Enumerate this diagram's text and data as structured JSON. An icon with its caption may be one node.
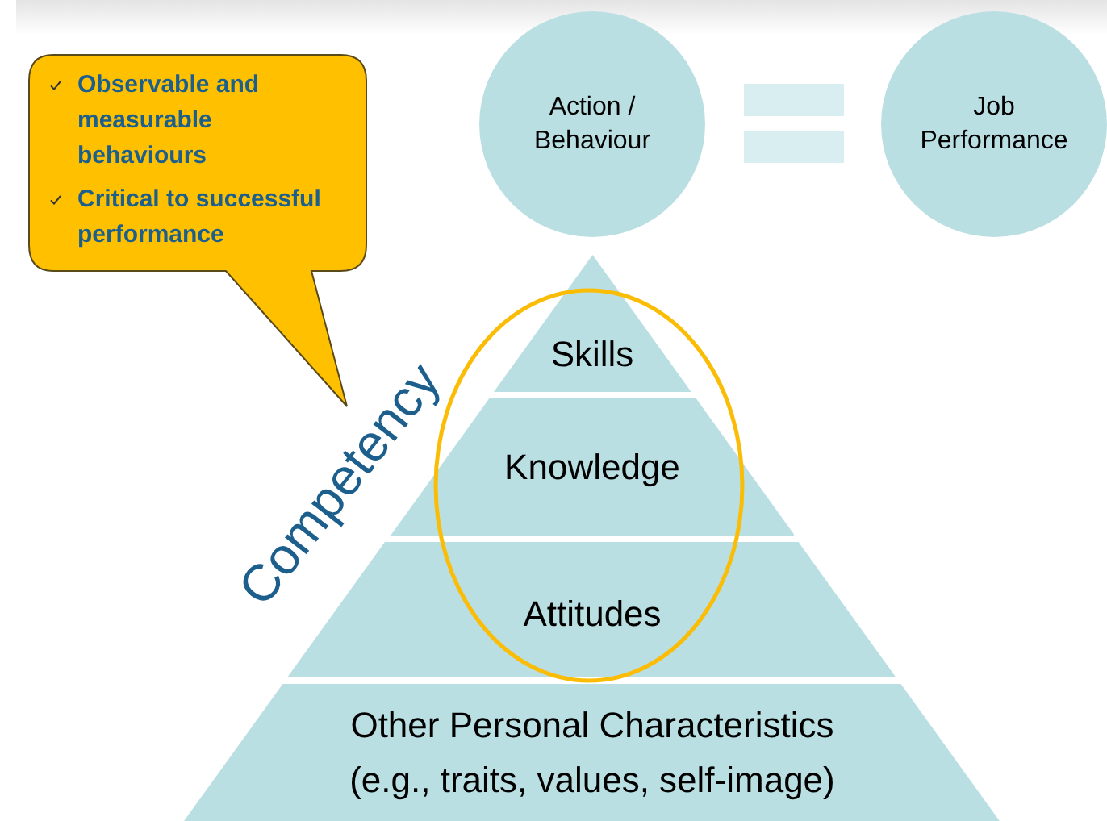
{
  "diagram": {
    "nodes": [
      {
        "text": [
          "Observable and measurable behaviours",
          "Critical to successful performance"
        ]
      },
      {
        "text": [
          "Action / Behaviour"
        ]
      },
      {
        "text": [
          "Job Performance"
        ]
      },
      {
        "text": [
          "Skills"
        ]
      },
      {
        "text": [
          "Knowledge"
        ]
      },
      {
        "text": [
          "Attitudes"
        ]
      },
      {
        "text": [
          "Other Personal Characteristics (e.g., traits, values, self-image)"
        ]
      }
    ],
    "labels": [
      "Competency"
    ]
  }
}
